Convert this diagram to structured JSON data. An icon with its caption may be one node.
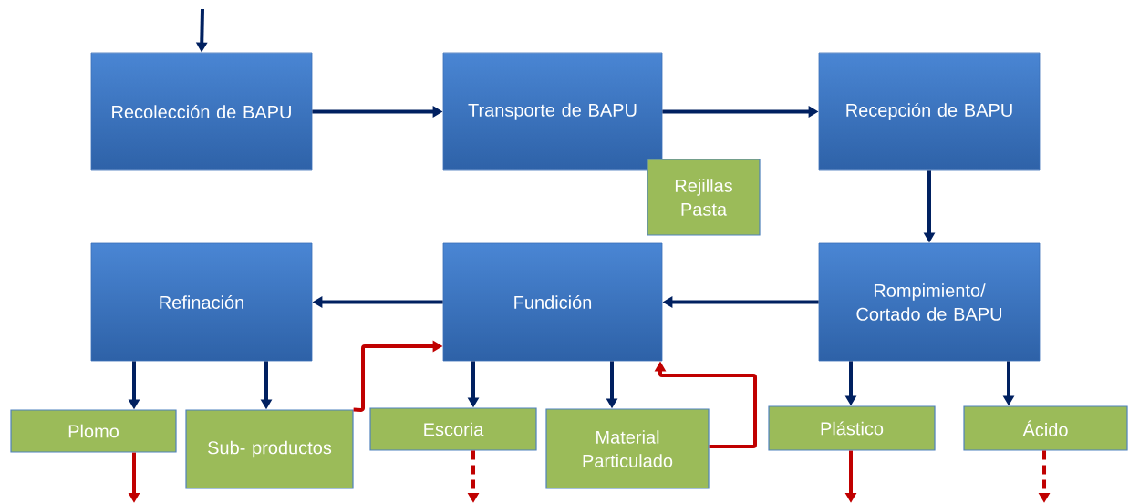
{
  "diagram": {
    "nodes": [
      {
        "text": [
          "Recolección de BAPU"
        ]
      },
      {
        "text": [
          "Transporte de BAPU"
        ]
      },
      {
        "text": [
          "Recepción de BAPU"
        ]
      },
      {
        "text": [
          "Rejillas Pasta"
        ]
      },
      {
        "text": [
          "Refinación"
        ]
      },
      {
        "text": [
          "Fundición"
        ]
      },
      {
        "text": [
          "Rompimiento/ Cortado de BAPU"
        ]
      },
      {
        "text": [
          "Plomo"
        ]
      },
      {
        "text": [
          "Sub- productos"
        ]
      },
      {
        "text": [
          "Escoria"
        ]
      },
      {
        "text": [
          "Material Particulado"
        ]
      },
      {
        "text": [
          "Plástico"
        ]
      },
      {
        "text": [
          "Ácido"
        ]
      }
    ],
    "edges": [
      {
        "from": null,
        "to": 0,
        "arrow": "to"
      },
      {
        "from": 0,
        "to": 1,
        "arrow": "to"
      },
      {
        "from": 1,
        "to": 2,
        "arrow": "to"
      },
      {
        "from": 2,
        "to": 6,
        "arrow": "to"
      },
      {
        "from": 6,
        "to": 5,
        "arrow": "to"
      },
      {
        "from": 5,
        "to": 4,
        "arrow": "to"
      },
      {
        "from": 4,
        "to": 7,
        "arrow": "to"
      },
      {
        "from": 4,
        "to": 8,
        "arrow": "to"
      },
      {
        "from": 5,
        "to": 9,
        "arrow": "to"
      },
      {
        "from": 5,
        "to": 10,
        "arrow": "to"
      },
      {
        "from": 6,
        "to": 11,
        "arrow": "to"
      },
      {
        "from": 6,
        "to": 12,
        "arrow": "to"
      },
      {
        "from": 8,
        "to": 5,
        "arrow": "to",
        "color": "#c00000"
      },
      {
        "from": 10,
        "to": 5,
        "arrow": "to",
        "color": "#c00000"
      },
      {
        "from": 7,
        "to": null,
        "arrow": "to",
        "color": "#c00000"
      },
      {
        "from": 9,
        "to": null,
        "arrow": "to",
        "style": "dashed",
        "color": "#c00000"
      },
      {
        "from": 11,
        "to": null,
        "arrow": "to",
        "color": "#c00000"
      },
      {
        "from": 12,
        "to": null,
        "arrow": "to",
        "style": "dashed",
        "color": "#c00000"
      }
    ]
  }
}
